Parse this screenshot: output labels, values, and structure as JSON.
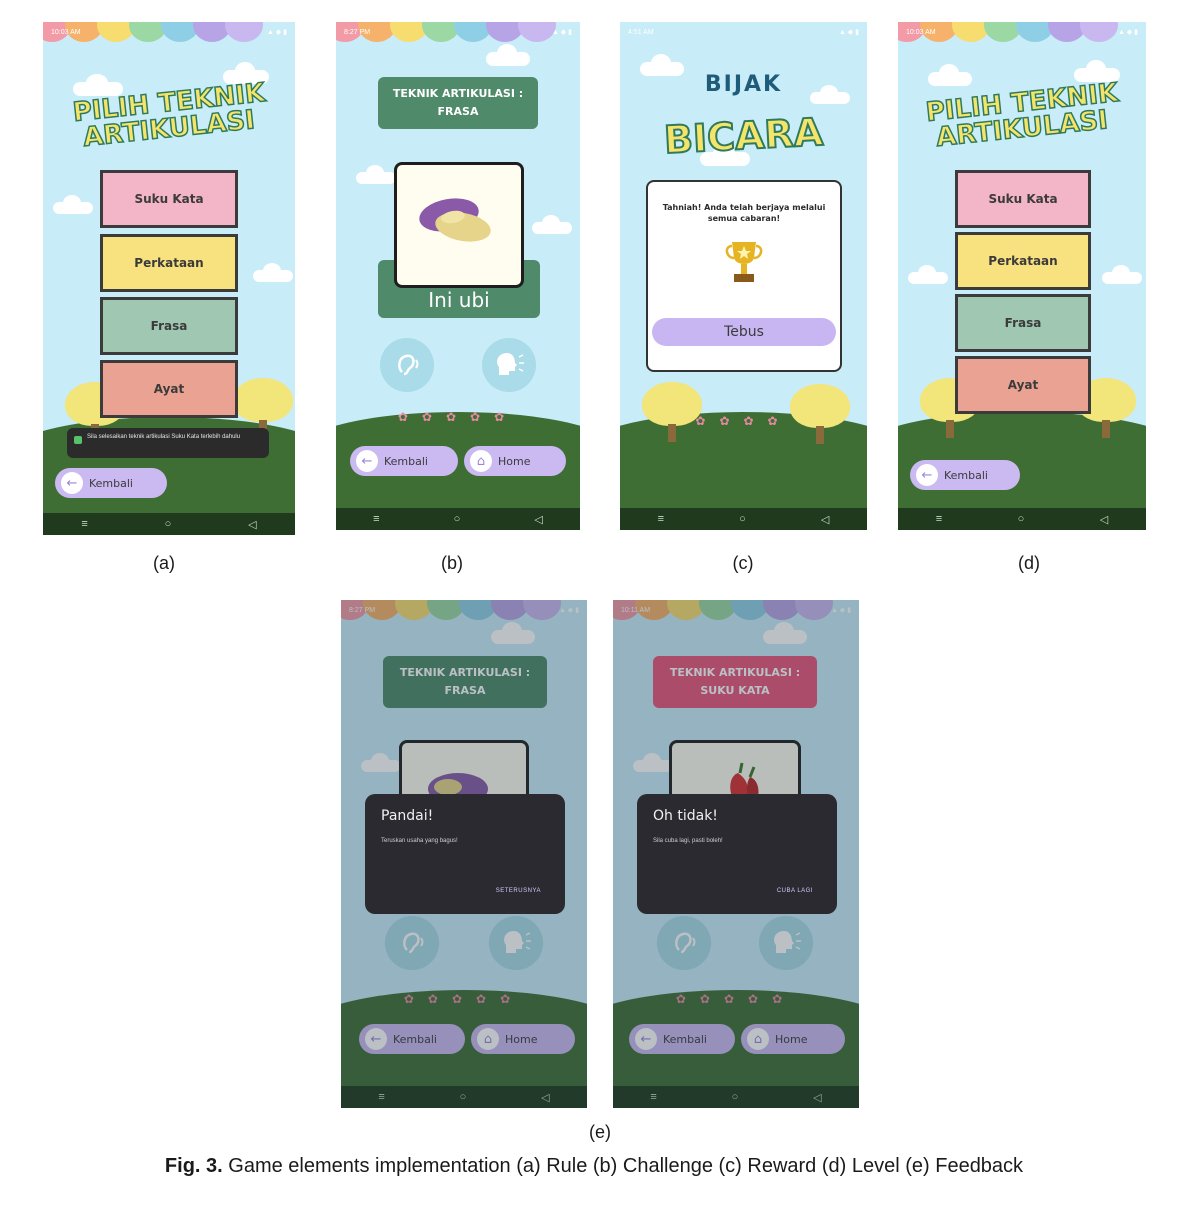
{
  "figure": {
    "caption_bold": "Fig. 3.",
    "caption_text": "Game elements implementation (a) Rule (b) Challenge (c) Reward (d) Level (e) Feedback",
    "labels": [
      "(a)",
      "(b)",
      "(c)",
      "(d)",
      "(e)"
    ]
  },
  "colors": {
    "sky": "#c9ecf9",
    "grass": "#3f6e35",
    "pill": "#cbb9f2",
    "header_green": "#4f8a6a",
    "header_rose": "#e9557d"
  },
  "screen_a": {
    "status_time": "10:03 AM",
    "title_line1": "PILIH TEKNIK",
    "title_line2": "ARTIKULASI",
    "options": [
      "Suku Kata",
      "Perkataan",
      "Frasa",
      "Ayat"
    ],
    "toast": "Sila selesaikan teknik artikulasi Suku Kata terlebih dahulu",
    "back_label": "Kembali"
  },
  "screen_b": {
    "status_time": "8:27 PM",
    "header": "TEKNIK ARTIKULASI : FRASA",
    "caption": "Ini ubi",
    "back_label": "Kembali",
    "home_label": "Home"
  },
  "screen_c": {
    "status_time": "4:51 AM",
    "logo_line1": "BIJAK",
    "logo_line2": "BICARA",
    "message": "Tahniah! Anda telah berjaya melalui semua cabaran!",
    "redeem_label": "Tebus"
  },
  "screen_d": {
    "status_time": "10:03 AM",
    "title_line1": "PILIH TEKNIK",
    "title_line2": "ARTIKULASI",
    "options": [
      "Suku Kata",
      "Perkataan",
      "Frasa",
      "Ayat"
    ],
    "back_label": "Kembali"
  },
  "screen_e1": {
    "status_time": "8:27 PM",
    "header": "TEKNIK ARTIKULASI : FRASA",
    "dialog_title": "Pandai!",
    "dialog_message": "Teruskan usaha yang bagus!",
    "dialog_action": "SETERUSNYA",
    "back_label": "Kembali",
    "home_label": "Home"
  },
  "screen_e2": {
    "status_time": "10:11 AM",
    "header": "TEKNIK ARTIKULASI : SUKU KATA",
    "dialog_title": "Oh tidak!",
    "dialog_message": "Sila cuba lagi, pasti boleh!",
    "dialog_action": "CUBA LAGI",
    "back_label": "Kembali",
    "home_label": "Home"
  },
  "icons": {
    "back": "arrow-left-icon",
    "home": "house-icon",
    "listen": "ear-icon",
    "speak": "speaking-head-icon",
    "trophy": "trophy-icon"
  }
}
